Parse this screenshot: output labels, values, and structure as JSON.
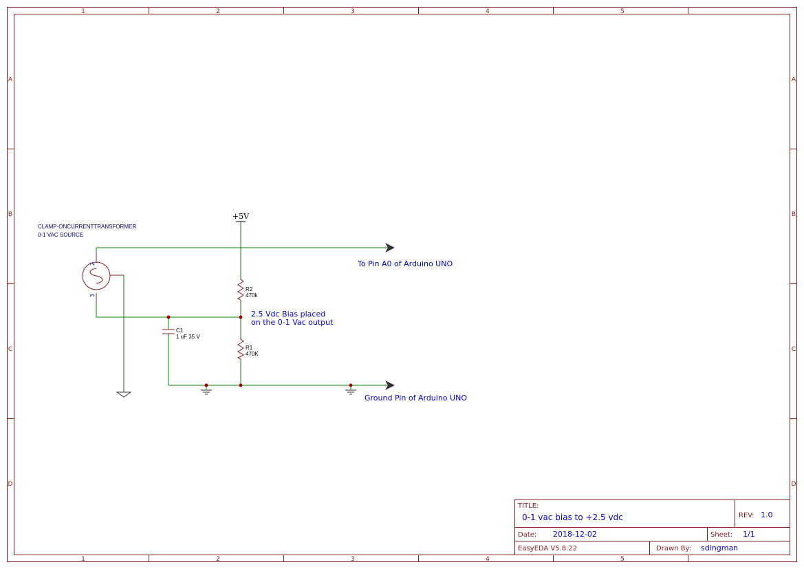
{
  "zones": {
    "columns": [
      "1",
      "2",
      "3",
      "4",
      "5"
    ],
    "rows": [
      "A",
      "B",
      "C",
      "D"
    ]
  },
  "components": {
    "source_name": "CLAMP-ONCURRENTTRANSFORMER",
    "source_desc": "0-1 VAC SOURCE",
    "source_pin_top": "2",
    "source_pin_bottom": "3",
    "r2_ref": "R2",
    "r2_value": "470k",
    "r1_ref": "R1",
    "r1_value": "470K",
    "c1_ref": "C1",
    "c1_value": "1 uF 35 V",
    "power_label": "+5V"
  },
  "net_labels": {
    "a0": "To Pin A0 of Arduino UNO",
    "gnd": "Ground Pin of Arduino UNO"
  },
  "note": {
    "line1": "2.5 Vdc Bias placed",
    "line2": "on the 0-1 Vac output"
  },
  "title_block": {
    "title_label": "TITLE:",
    "title": "0-1 vac bias to +2.5 vdc",
    "rev_label": "REV:",
    "rev": "1.0",
    "date_label": "Date:",
    "date": "2018-12-02",
    "sheet_label": "Sheet:",
    "sheet": "1/1",
    "tool": "EasyEDA V5.8.22",
    "drawn_by_label": "Drawn By:",
    "drawn_by": "sdingman"
  },
  "colors": {
    "frame": "#8b1a1a",
    "wire": "#008800",
    "text": "#0000cc",
    "junction": "#aa0000"
  }
}
